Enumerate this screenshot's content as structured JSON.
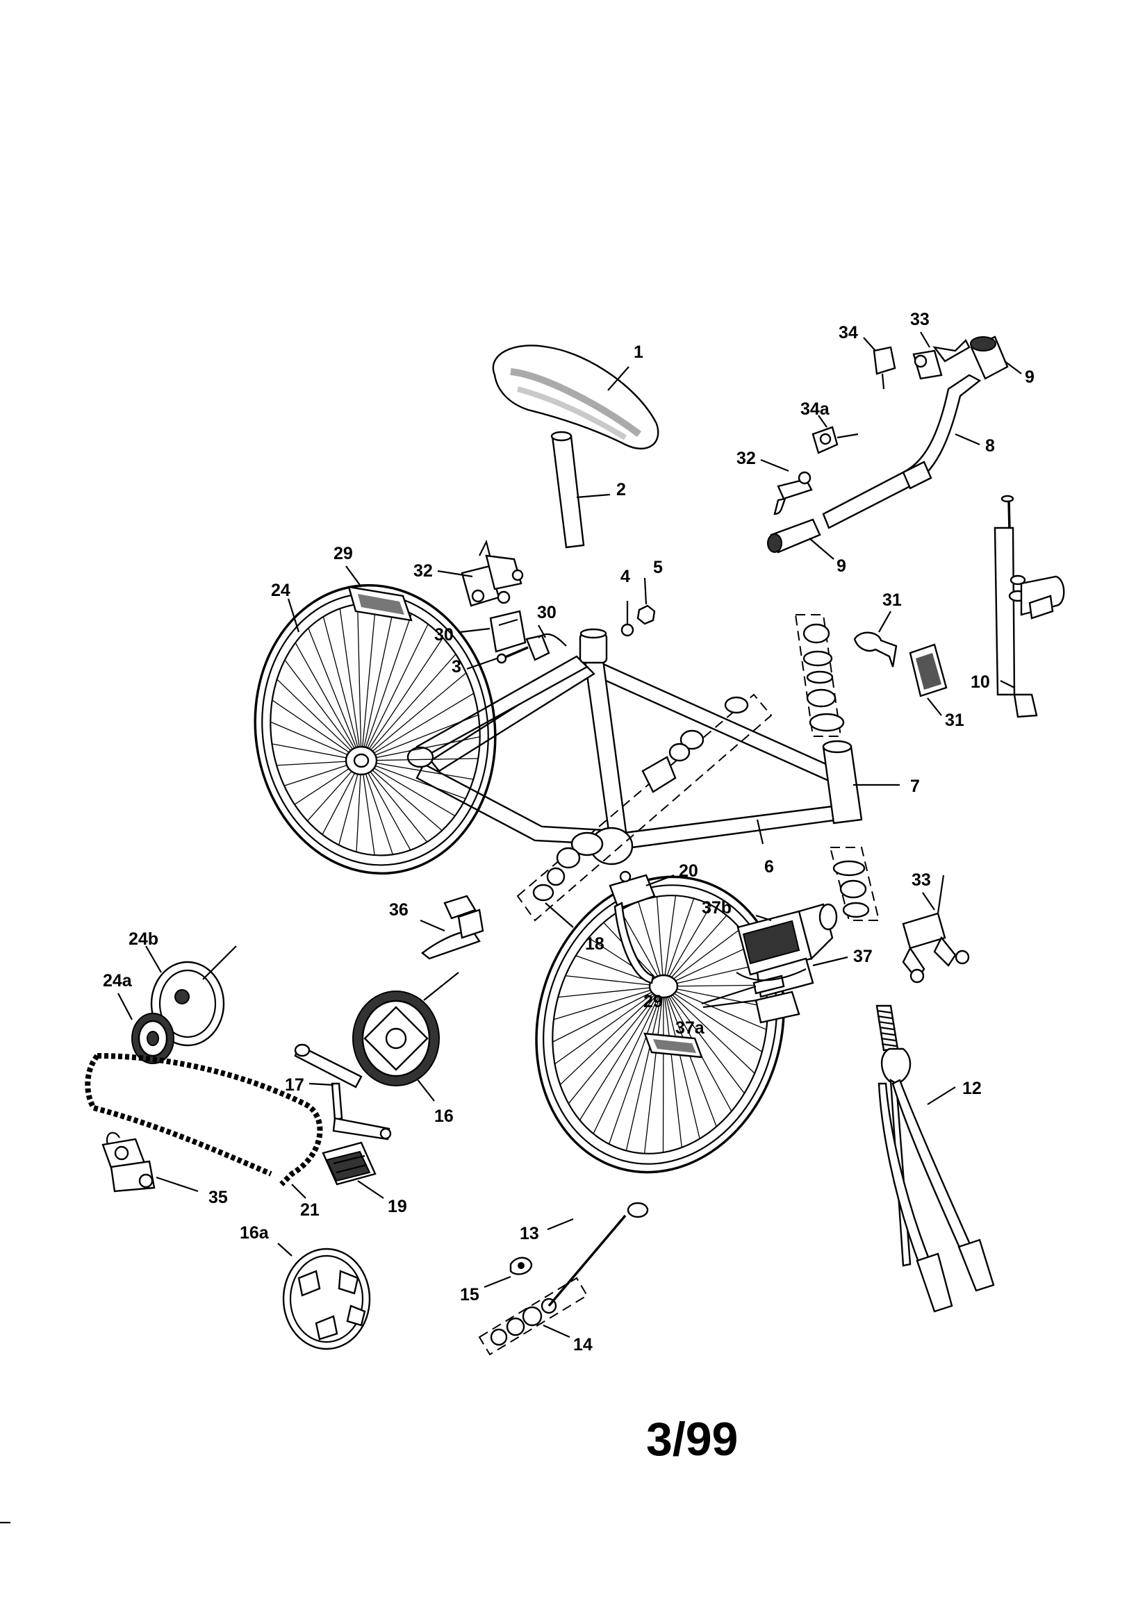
{
  "diagram": {
    "callouts": {
      "c1": "1",
      "c2": "2",
      "c3": "3",
      "c4": "4",
      "c5": "5",
      "c6": "6",
      "c7": "7",
      "c8": "8",
      "c9a": "9",
      "c9b": "9",
      "c10": "10",
      "c12": "12",
      "c13": "13",
      "c14": "14",
      "c15": "15",
      "c16": "16",
      "c16a": "16a",
      "c17": "17",
      "c18": "18",
      "c19": "19",
      "c20": "20",
      "c21": "21",
      "c24": "24",
      "c24a": "24a",
      "c24b": "24b",
      "c29a": "29",
      "c29b": "29",
      "c30a": "30",
      "c30b": "30",
      "c31a": "31",
      "c31b": "31",
      "c32a": "32",
      "c32b": "32",
      "c33a": "33",
      "c33b": "33",
      "c34": "34",
      "c34a": "34a",
      "c35": "35",
      "c36": "36",
      "c37": "37",
      "c37a": "37a",
      "c37b": "37b"
    },
    "date_code": "3/99"
  }
}
